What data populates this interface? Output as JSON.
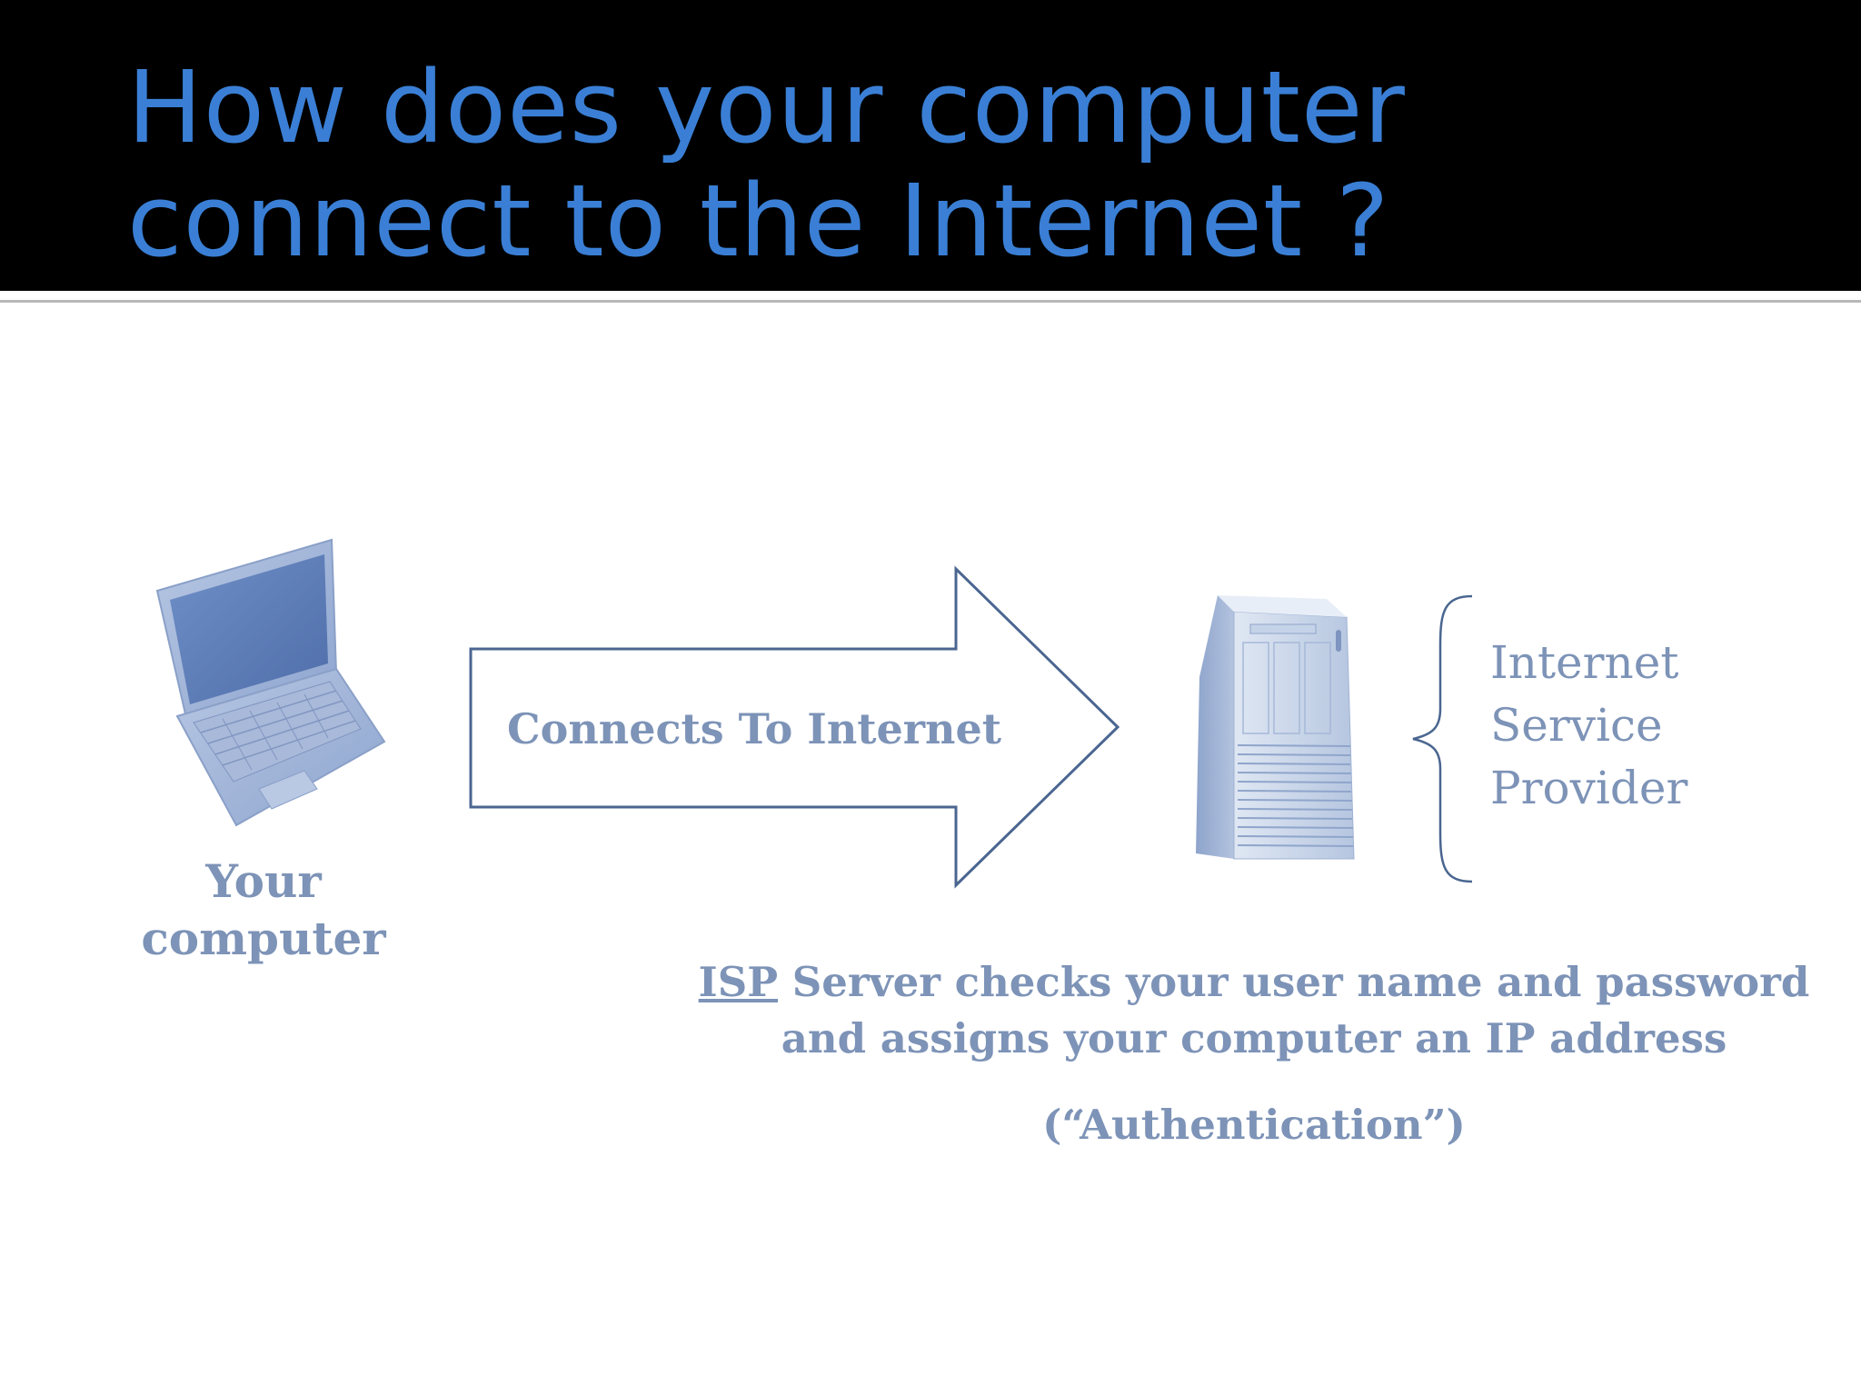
{
  "slide": {
    "title": "How does your computer connect to the Internet ?",
    "colors": {
      "title_bar": "#000000",
      "title_text": "#3a7fd5",
      "diagram": "#7d93b7",
      "arrow_stroke": "#4a6690"
    }
  },
  "diagram": {
    "computer": {
      "icon": "laptop-icon",
      "label_line1": "Your",
      "label_line2": "computer"
    },
    "arrow": {
      "icon": "right-arrow-icon",
      "label": "Connects To Internet"
    },
    "server": {
      "icon": "server-tower-icon",
      "brace_icon": "curly-brace-icon",
      "label_line1": "Internet",
      "label_line2": "Service",
      "label_line3": "Provider"
    },
    "description": {
      "abbr": "ISP",
      "line1_rest": " Server checks your user name and password",
      "line2": "and assigns your computer an IP address"
    },
    "note": "(“Authentication”)"
  }
}
